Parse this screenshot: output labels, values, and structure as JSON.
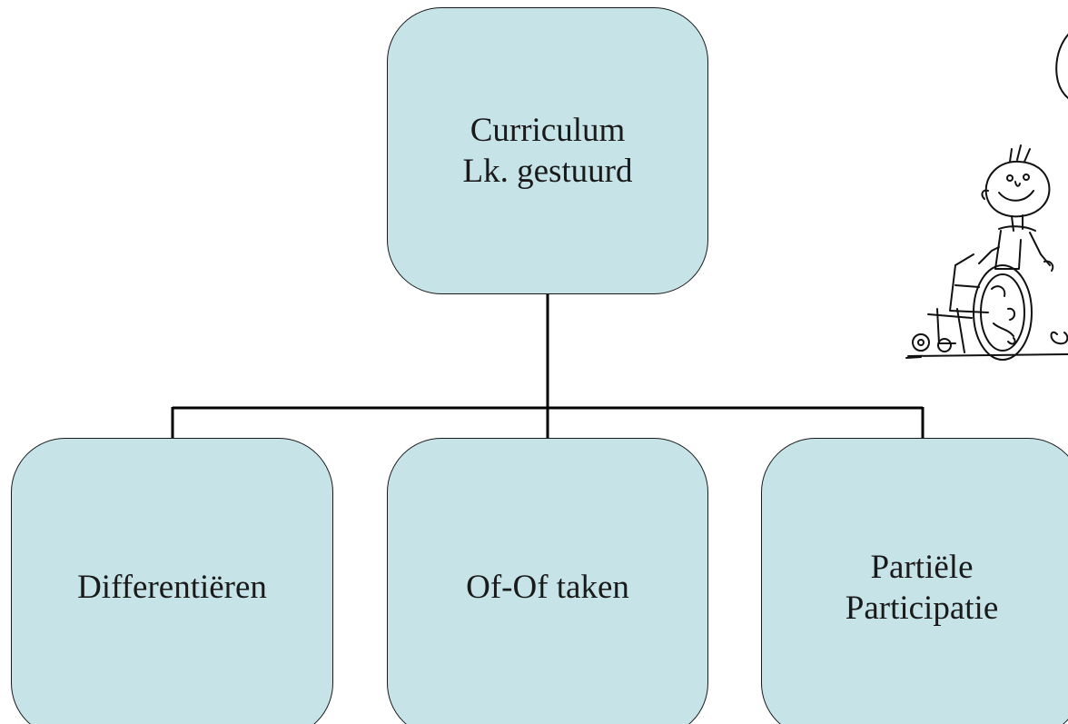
{
  "colors": {
    "node_fill": "#c6e4e8",
    "node_border": "#1a1a1a",
    "connector": "#000000",
    "text": "#1a1a1a"
  },
  "diagram": {
    "root": {
      "line1": "Curriculum",
      "line2": "Lk. gestuurd"
    },
    "children": [
      {
        "line1": "Differentiëren",
        "line2": ""
      },
      {
        "line1": "Of-Of taken",
        "line2": ""
      },
      {
        "line1": "Partiële",
        "line2": "Participatie"
      }
    ]
  },
  "illustration": {
    "icon": "wheelchair-boy-cartoon-icon"
  }
}
